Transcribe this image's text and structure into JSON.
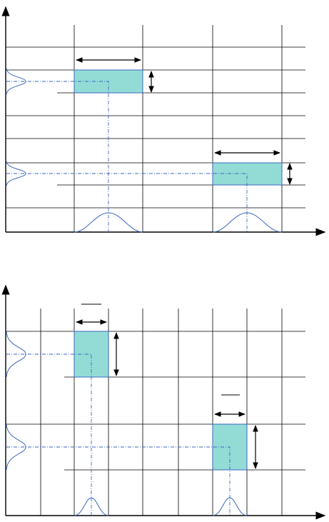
{
  "figure": {
    "colors": {
      "axis": "#000000",
      "grid": "#000000",
      "cell_fill": "#93dcd6",
      "cell_stroke": "#3a66c0",
      "guide": "#3a66c0",
      "gaussian": "#3a66c0",
      "arrow": "#000000"
    },
    "panels": [
      {
        "name": "top-panel",
        "description_key": "uniform-grid",
        "highlighted_cells": 2,
        "time_gaussians": 2,
        "freq_gaussians": 2
      },
      {
        "name": "bottom-panel",
        "description_key": "refined-grid",
        "highlighted_cells": 2,
        "time_gaussians": 2,
        "freq_gaussians": 2
      }
    ]
  }
}
